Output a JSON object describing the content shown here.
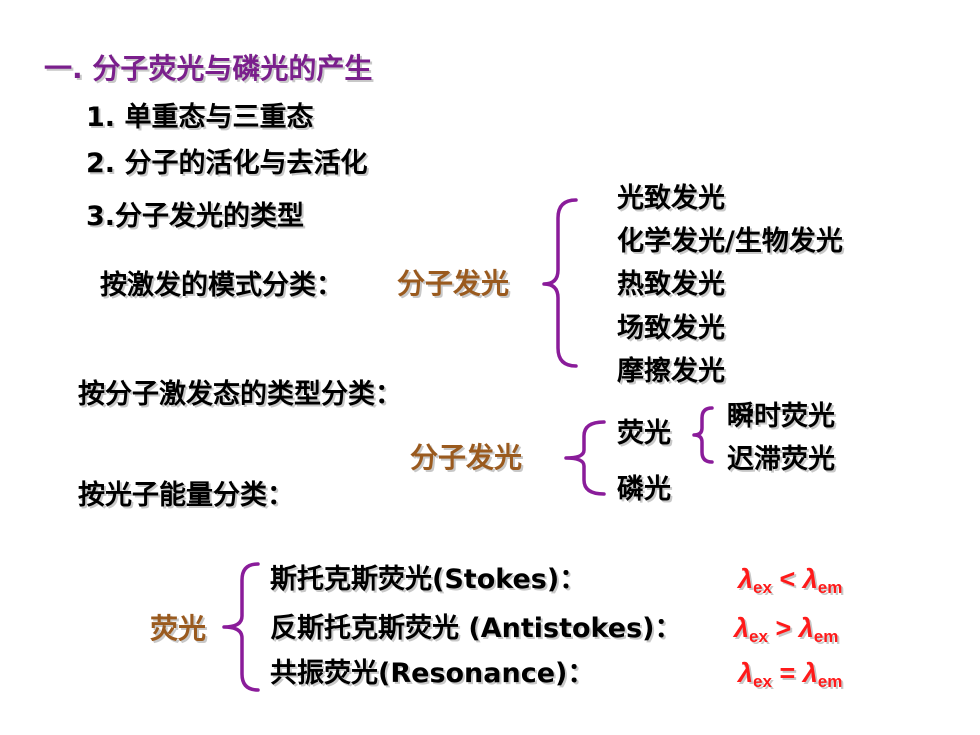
{
  "title": "一. 分子荧光与磷光的产生",
  "points": [
    "1. 单重态与三重态",
    "2. 分子的活化与去活化",
    "3.分子发光的类型"
  ],
  "excitation_mode": {
    "label": "按激发的模式分类：",
    "center": "分子发光",
    "items": [
      "光致发光",
      "化学发光/生物发光",
      "热致发光",
      "场致发光",
      "摩擦发光"
    ]
  },
  "excited_state": {
    "label": "按分子激发态的类型分类：",
    "center": "分子发光",
    "fluorescence": "荧光",
    "fluorescence_sub": [
      "瞬时荧光",
      "迟滞荧光"
    ],
    "phosphorescence": "磷光"
  },
  "photon_energy": {
    "label": "按光子能量分类：",
    "center": "荧光",
    "rows": [
      {
        "text": "斯托克斯荧光(Stokes)：",
        "lambda": "λ",
        "sub1": "ex",
        "op": "<",
        "sub2": "em"
      },
      {
        "text": "反斯托克斯荧光 (Antistokes)：",
        "lambda": "λ",
        "sub1": "ex",
        "op": ">",
        "sub2": "em"
      },
      {
        "text": "共振荧光(Resonance)：",
        "lambda": "λ",
        "sub1": "ex",
        "op": "=",
        "sub2": "em"
      }
    ]
  },
  "colors": {
    "title": "#7a1f8c",
    "text": "#000000",
    "center": "#9a5a1e",
    "formula": "#ff1a1a",
    "brace": "#8a1c9a"
  }
}
